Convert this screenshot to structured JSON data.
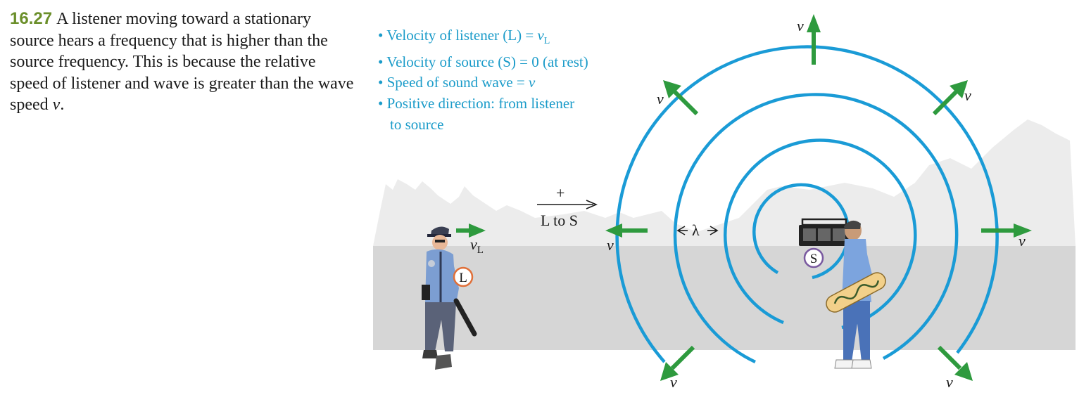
{
  "caption": {
    "figure_number": "16.27",
    "text_before_v": "A listener moving toward a stationary source hears a frequency that is higher than the source frequency. This is because the relative speed of listener and wave is greater than the wave speed ",
    "v_symbol": "v",
    "text_after_v": "."
  },
  "bullets": {
    "items": [
      {
        "text": "Velocity of listener (L) = ",
        "symbol": "v",
        "subscript": "L"
      },
      {
        "text": "Velocity of source (S) = 0 (at rest)"
      },
      {
        "text": "Speed of sound wave = ",
        "symbol": "v"
      },
      {
        "text": "Positive direction: from listener",
        "continuation": "to source"
      }
    ]
  },
  "diagram": {
    "direction_sign": "+",
    "direction_label": "L to S",
    "wavelength_symbol": "λ",
    "listener_badge": "L",
    "source_badge": "S",
    "listener_velocity": {
      "symbol": "v",
      "subscript": "L"
    },
    "wave_speed_symbol": "v",
    "colors": {
      "wave": "#1a9bd6",
      "arrow": "#2e9a3e",
      "ground": "#d6d6d6",
      "skyline": "#ececec",
      "accent_text": "#1a9bc9",
      "caption_number": "#6b8f2a",
      "listener_badge_ring": "#e0703a",
      "source_badge_ring": "#7a5aa0"
    }
  }
}
